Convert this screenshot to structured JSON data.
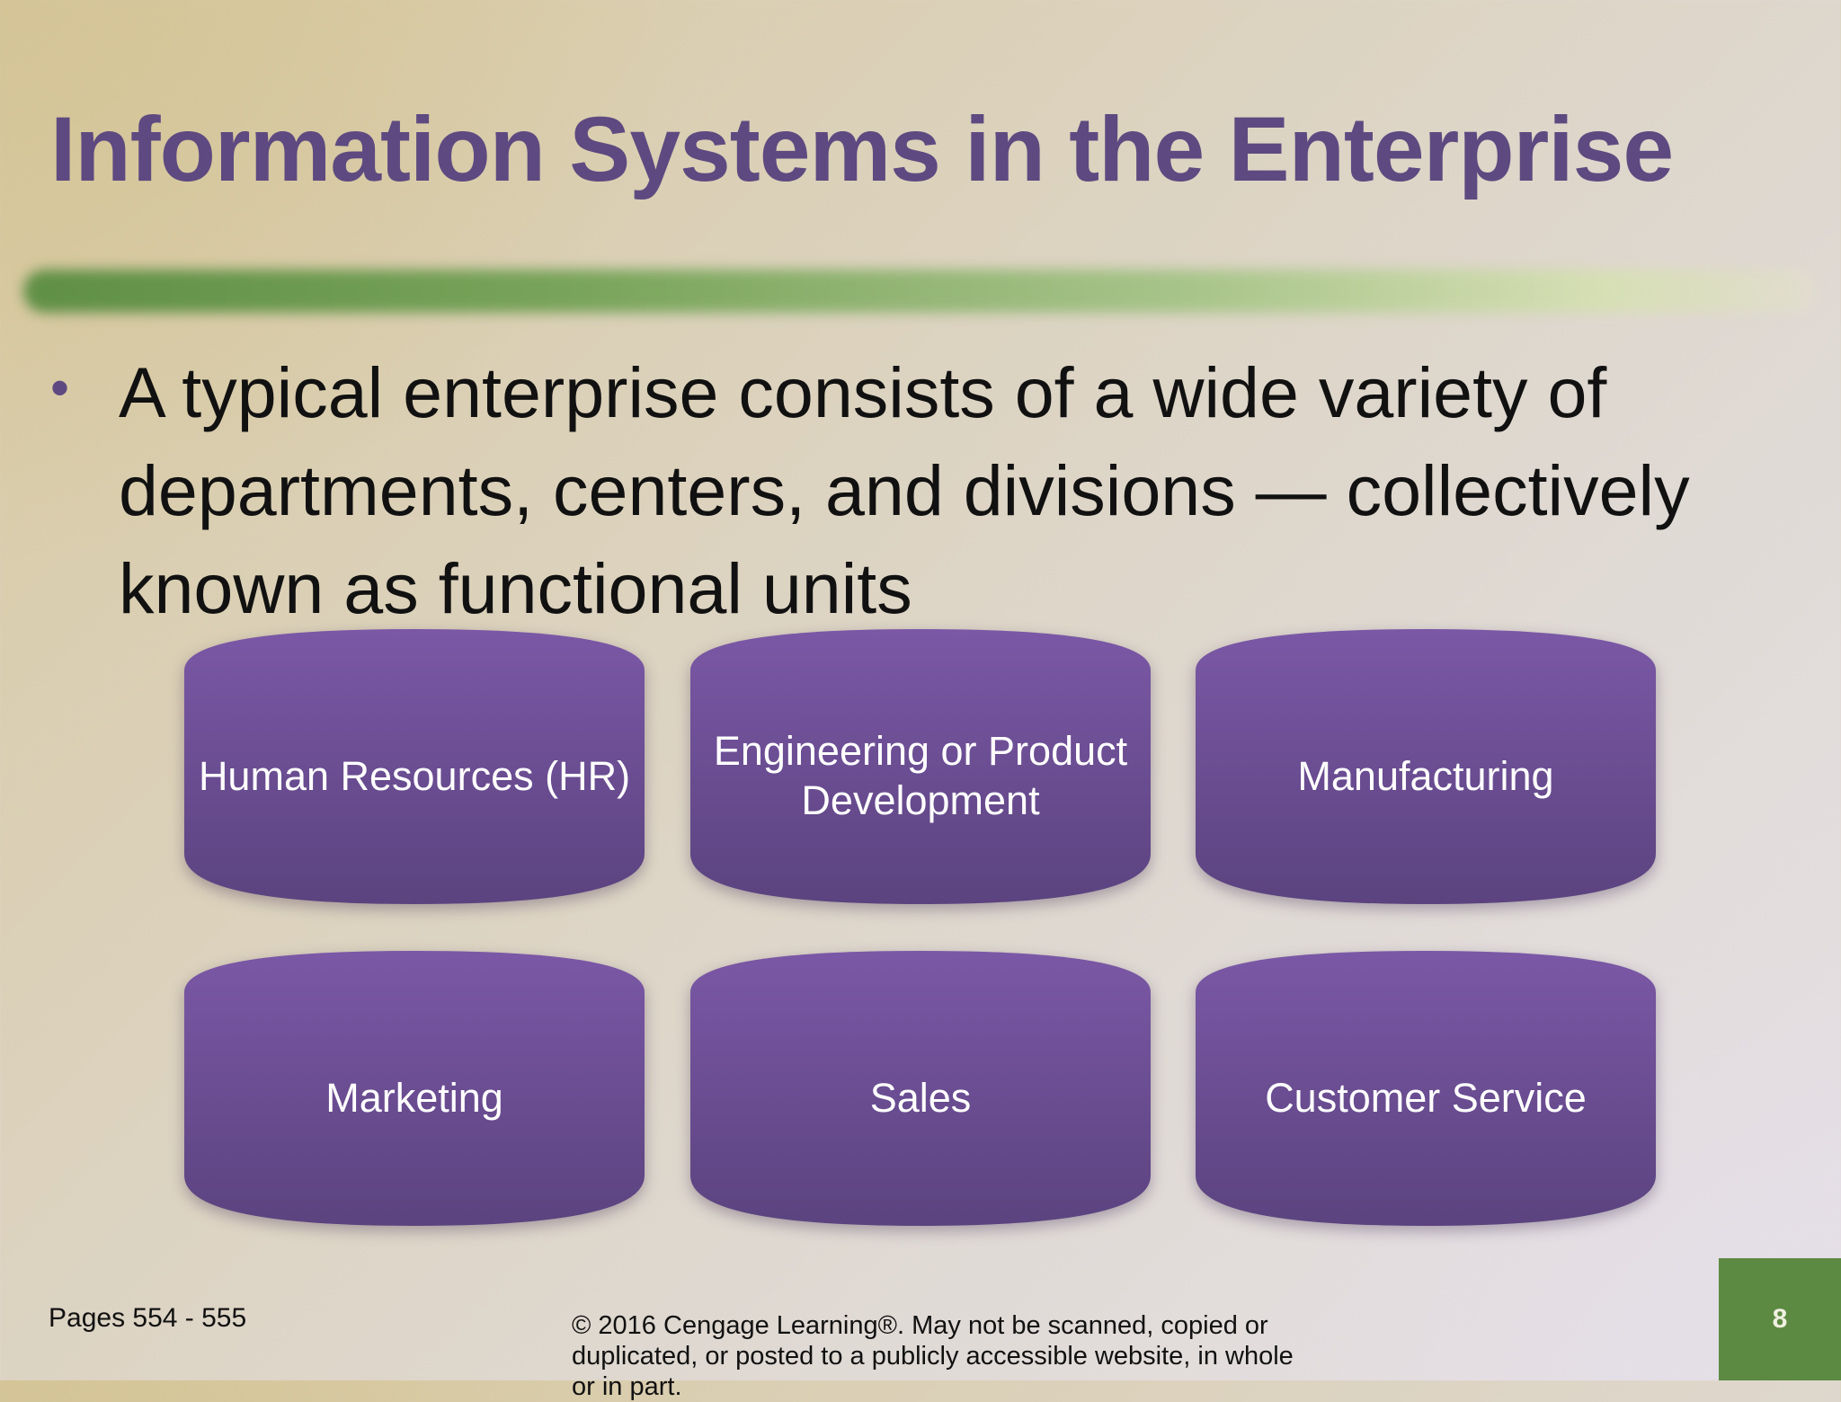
{
  "slide": {
    "title": "Information Systems in the Enterprise",
    "bullet": "A typical enterprise consists of a wide variety of departments, centers, and divisions — collectively known as functional units",
    "bullet_marker": "•",
    "units": [
      {
        "label": "Human Resources (HR)"
      },
      {
        "label": "Engineering or Product Development"
      },
      {
        "label": "Manufacturing"
      },
      {
        "label": "Marketing"
      },
      {
        "label": "Sales"
      },
      {
        "label": "Customer Service"
      }
    ],
    "footer": {
      "pages": "Pages 554 - 555",
      "copyright": "© 2016 Cengage Learning®. May not be scanned, copied or duplicated, or posted to a publicly accessible website, in whole or in part."
    },
    "slide_number": "8"
  },
  "colors": {
    "title": "#5e4a80",
    "unit_top": "#7b58a6",
    "unit_bottom": "#5b437f",
    "accent_bar": "#6d9a50",
    "slide_number_box": "#5c8a42"
  }
}
